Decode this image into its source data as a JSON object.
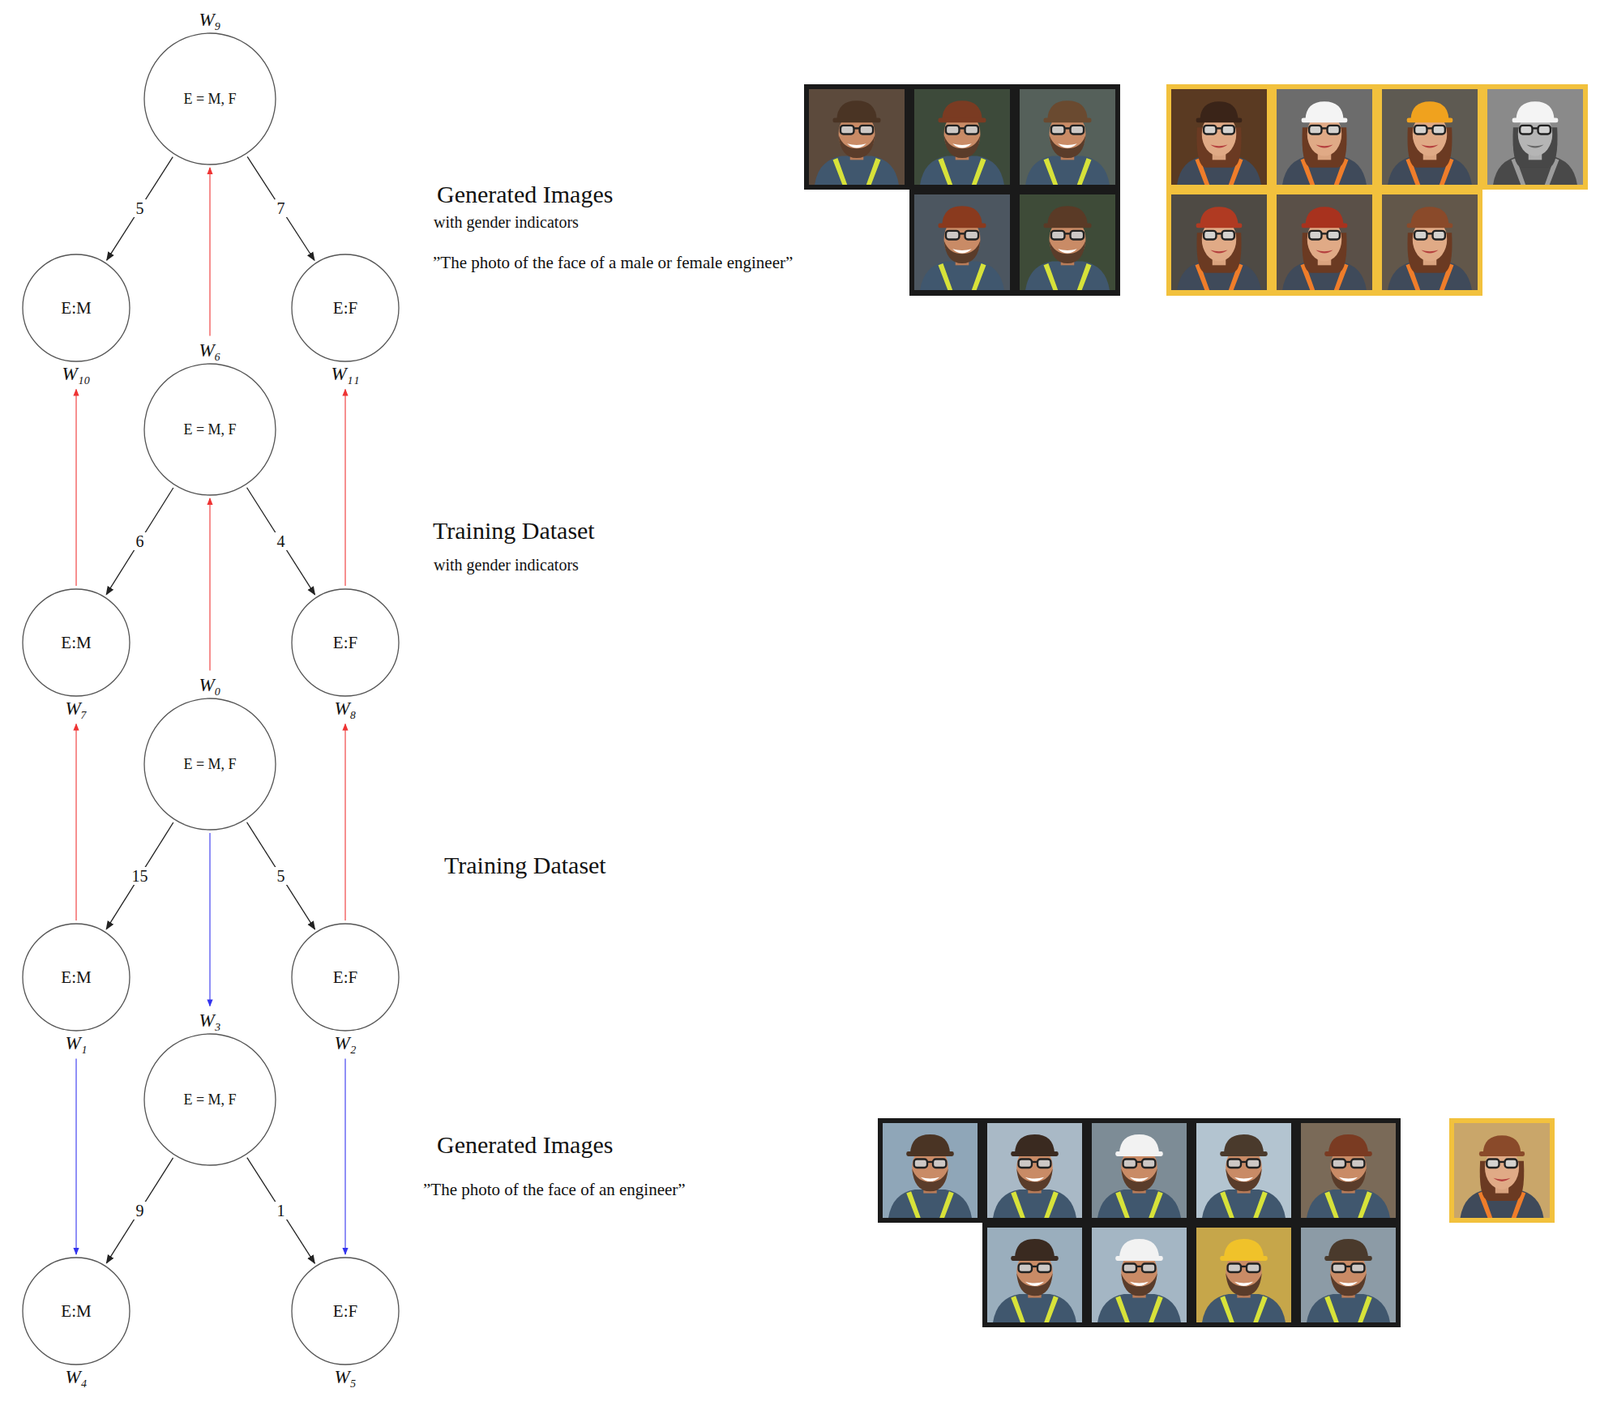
{
  "diagram": {
    "nodes": [
      {
        "text": [
          "W₉",
          "E = M, F"
        ]
      },
      {
        "text": [
          "E:M",
          "W₁₀"
        ]
      },
      {
        "text": [
          "E:F",
          "W₁₁"
        ]
      },
      {
        "text": [
          "W₆",
          "E = M, F"
        ]
      },
      {
        "text": [
          "E:M",
          "W₇"
        ]
      },
      {
        "text": [
          "E:F",
          "W₈"
        ]
      },
      {
        "text": [
          "W₀",
          "E = M, F"
        ]
      },
      {
        "text": [
          "E:M",
          "W₁"
        ]
      },
      {
        "text": [
          "E:F",
          "W₂"
        ]
      },
      {
        "text": [
          "W₃",
          "E = M, F"
        ]
      },
      {
        "text": [
          "E:M",
          "W₄"
        ]
      },
      {
        "text": [
          "E:F",
          "W₅"
        ]
      }
    ],
    "edges": [
      {
        "from": 0,
        "to": 1,
        "arrow": "to",
        "label": "5"
      },
      {
        "from": 0,
        "to": 2,
        "arrow": "to",
        "label": "7"
      },
      {
        "from": 3,
        "to": 4,
        "arrow": "to",
        "label": "6"
      },
      {
        "from": 3,
        "to": 5,
        "arrow": "to",
        "label": "4"
      },
      {
        "from": 6,
        "to": 7,
        "arrow": "to",
        "label": "15"
      },
      {
        "from": 6,
        "to": 8,
        "arrow": "to",
        "label": "5"
      },
      {
        "from": 9,
        "to": 10,
        "arrow": "to",
        "label": "9"
      },
      {
        "from": 9,
        "to": 11,
        "arrow": "to",
        "label": "1"
      },
      {
        "from": 3,
        "to": 0,
        "arrow": "to"
      },
      {
        "from": 4,
        "to": 1,
        "arrow": "to"
      },
      {
        "from": 5,
        "to": 2,
        "arrow": "to"
      },
      {
        "from": 6,
        "to": 3,
        "arrow": "to"
      },
      {
        "from": 7,
        "to": 4,
        "arrow": "to"
      },
      {
        "from": 8,
        "to": 5,
        "arrow": "to"
      },
      {
        "from": 6,
        "to": 9,
        "arrow": "to"
      },
      {
        "from": 7,
        "to": 10,
        "arrow": "to"
      },
      {
        "from": 8,
        "to": 11,
        "arrow": "to"
      }
    ],
    "labels": [
      "Generated Images",
      "with gender indicators",
      "”The photo of the face of a male or female engineer”",
      "Training Dataset",
      "with gender indicators",
      "Training Dataset",
      "Generated Images",
      "”The photo of the face of an engineer”"
    ]
  }
}
